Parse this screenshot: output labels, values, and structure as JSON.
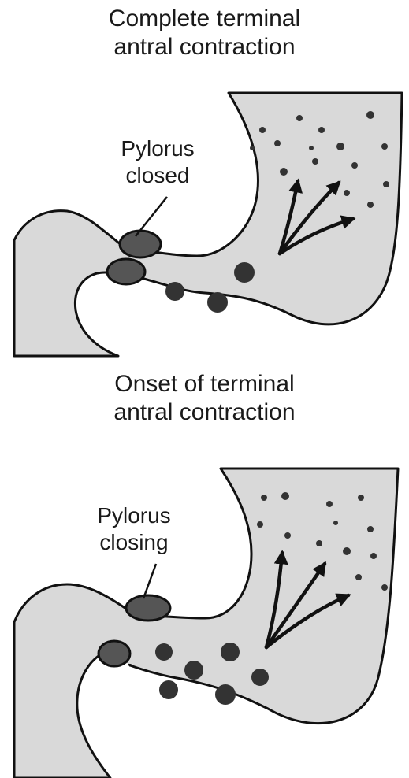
{
  "panels": [
    {
      "title_line1": "Complete terminal",
      "title_line2": "antral contraction",
      "callout_line1": "Pylorus",
      "callout_line2": "closed"
    },
    {
      "title_line1": "Onset of terminal",
      "title_line2": "antral contraction",
      "callout_line1": "Pylorus",
      "callout_line2": "closing"
    }
  ],
  "colors": {
    "lumen": "#d9d9d9",
    "wall": "#111111",
    "sphincter": "#555555",
    "particles": "#333333"
  }
}
